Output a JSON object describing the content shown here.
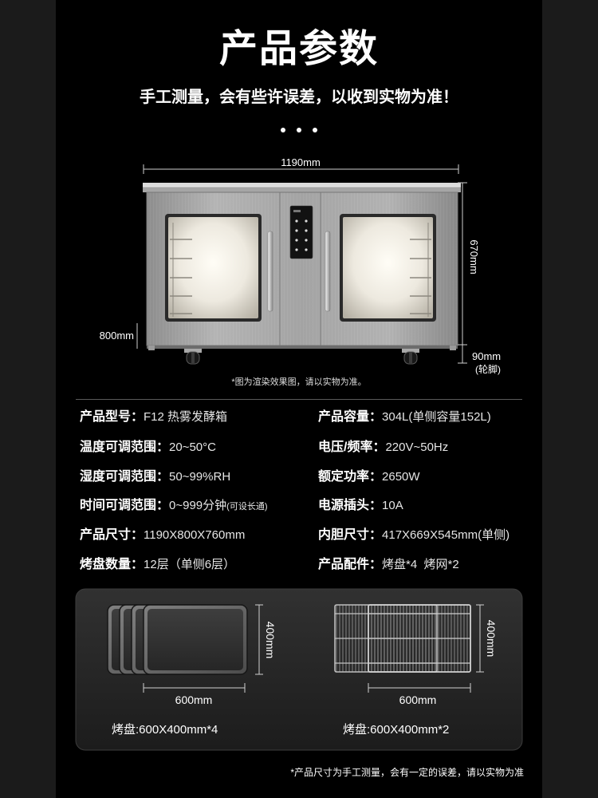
{
  "theme": {
    "background": "#000000",
    "side": "#1b1b1b",
    "text": "#ffffff",
    "divider": "#5a5a5a"
  },
  "header": {
    "title": "产品参数",
    "subtitle": "手工测量，会有些许误差，以收到实物为准！"
  },
  "product_figure": {
    "width_label": "1190mm",
    "height_label": "670mm",
    "depth_label": "800mm",
    "wheel_height_label": "90mm",
    "wheel_note": "(轮脚)",
    "render_note": "*图为渲染效果图，请以实物为准。"
  },
  "specs": {
    "left": [
      {
        "label": "产品型号：",
        "value": "F12 热雾发酵箱"
      },
      {
        "label": "温度可调范围：",
        "value": "20~50°C"
      },
      {
        "label": "湿度可调范围：",
        "value": "50~99%RH"
      },
      {
        "label": "时间可调范围：",
        "value": "0~999分钟",
        "note": "(可设长通)"
      },
      {
        "label": "产品尺寸：",
        "value": "1190X800X760mm"
      },
      {
        "label": "烤盘数量：",
        "value": "12层（单侧6层）"
      }
    ],
    "right": [
      {
        "label": "产品容量：",
        "value": "304L(单侧容量152L)"
      },
      {
        "label": "电压/频率：",
        "value": "220V~50Hz"
      },
      {
        "label": "额定功率：",
        "value": "2650W"
      },
      {
        "label": "电源插头：",
        "value": "10A"
      },
      {
        "label": "内胆尺寸：",
        "value": "417X669X545mm(单侧)"
      },
      {
        "label": "产品配件：",
        "value": "烤盘*4  烤网*2"
      }
    ]
  },
  "accessories": {
    "tray": {
      "width_label": "600mm",
      "height_label": "400mm",
      "caption": "烤盘:600X400mm*4"
    },
    "rack": {
      "width_label": "600mm",
      "height_label": "400mm",
      "caption": "烤盘:600X400mm*2"
    }
  },
  "footer_note": "*产品尺寸为手工测量，会有一定的误差，请以实物为准"
}
